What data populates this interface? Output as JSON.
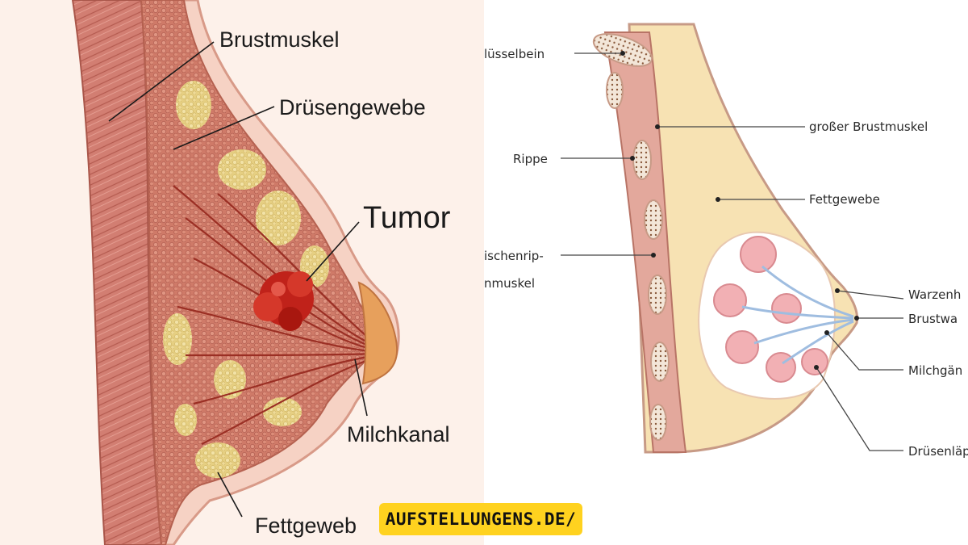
{
  "left_diagram": {
    "labels": {
      "pectoral_muscle": "Brustmuskel",
      "glandular_tissue": "Drüsengewebe",
      "tumor": "Tumor",
      "milk_duct": "Milchkanal",
      "fat_tissue": "Fettgeweb"
    }
  },
  "right_diagram": {
    "labels": {
      "collarbone": "lüsselbein",
      "pectoralis_major": "großer Brustmuskel",
      "rib": "Rippe",
      "fat_tissue": "Fettgewebe",
      "intercostal_1": "ischenrip-",
      "intercostal_2": "nmuskel",
      "areola": "Warzenh",
      "nipple": "Brustwa",
      "milk_ducts": "Milchgän",
      "lobules": "Drüsenläppc"
    }
  },
  "watermark": "AUFSTELLUNGENS.DE/",
  "colors": {
    "skin_bg": "#fdf1ea",
    "muscle": "#c96a5e",
    "gland": "#d98a76",
    "fat": "#e8d48a",
    "tumor": "#c0221a",
    "right_muscle": "#e3a89c",
    "right_fat": "#f7e2b3",
    "watermark_bg": "#ffd21f"
  }
}
